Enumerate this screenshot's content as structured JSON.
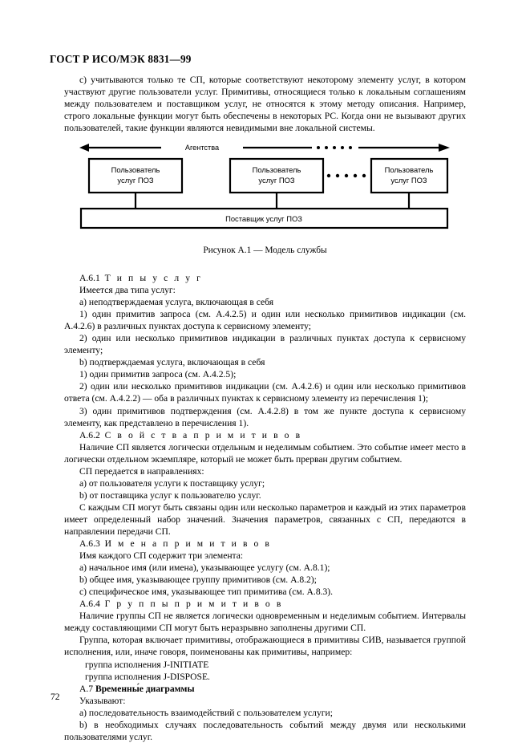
{
  "document": {
    "running_header": "ГОСТ Р ИСО/МЭК 8831—99",
    "page_number": "72"
  },
  "body": {
    "intro_paragraph": "с) учитываются только те СП, которые соответствуют некоторому элементу услуг, в котором участвуют другие пользователи услуг. Примитивы, относящиеся только к локальным соглашениям между пользователем и поставщиком услуг, не относятся к этому методу описания. Например, строго локальные функции могут быть обеспечены в некоторых РС. Когда они не вызывают других пользователей, такие функции являются невидимыми вне локальной системы.",
    "section_a61_heading_number": "А.6.1",
    "section_a61_heading_text": "Т и п ы     у с л у г",
    "a61_lead": "Имеется два типа услуг:",
    "a61_item_a": "а) неподтверждаемая услуга, включающая в себя",
    "a61_item_a_1": "1) один примитив запроса (см. А.4.2.5) и один или несколько примитивов индикации (см. А.4.2.6) в различных пунктах доступа к сервисному элементу;",
    "a61_item_a_2": "2) один или несколько примитивов индикации в различных пунктах доступа к сервисному элементу;",
    "a61_item_b": "b) подтверждаемая услуга, включающая в себя",
    "a61_item_b_1": "1) один примитив запроса (см. А.4.2.5);",
    "a61_item_b_2": "2) один или несколько примитивов индикации (см. А.4.2.6) и один или несколько примитивов ответа (см. А.4.2.2) — оба в различных пунктах к сервисному элементу из перечисления 1);",
    "a61_item_b_3": "3) один примитивов подтверждения (см. А.4.2.8) в том же пункте доступа к сервисному элементу, как представлено в перечисления 1).",
    "section_a62_heading_number": "А.6.2",
    "section_a62_heading_text": "С в о й с т в а   п р и м и т и в о в",
    "a62_p1": "Наличие СП является логически отдельным и неделимым событием. Это событие имеет место в логически отдельном экземпляре, который не может быть прерван другим событием.",
    "a62_p2": "СП передается в направлениях:",
    "a62_item_a": "а) от пользователя услуги к поставщику услуг;",
    "a62_item_b": "b) от поставщика услуг к пользователю услуг.",
    "a62_p3": "С каждым СП могут быть связаны один или несколько параметров и каждый из этих параметров имеет определенный набор значений. Значения параметров, связанных с СП, передаются в направлении передачи СП.",
    "section_a63_heading_number": "А.6.3",
    "section_a63_heading_text": "И м е н а   п р и м и т и в о в",
    "a63_lead": "Имя каждого СП содержит три элемента:",
    "a63_item_a": "а) начальное имя (или имена), указывающее услугу (см. А.8.1);",
    "a63_item_b": "b) общее имя, указывающее группу примитивов (см. А.8.2);",
    "a63_item_c": "с) специфическое имя, указывающее тип примитива (см. А.8.3).",
    "section_a64_heading_number": "А.6.4",
    "section_a64_heading_text": "Г р у п п ы   п р и м и т и в о в",
    "a64_p1": "Наличие группы СП не является логически одновременным и неделимым событием. Интервалы между составляющими СП могут быть неразрывно заполнены другими СП.",
    "a64_p2": "Группа, которая включает примитивы, отображающиеся в примитивы СИВ, называется группой исполнения, или, иначе говоря, поименованы как примитивы, например:",
    "a64_group_1": "группа исполнения J-INITIATE",
    "a64_group_2": "группа исполнения J-DISPOSE.",
    "section_a7_heading_number": "А.7",
    "section_a7_heading_text": "Временны́е диаграммы",
    "a7_lead": "Указывают:",
    "a7_item_a": "а) последовательность взаимодействий с пользователем услуги;",
    "a7_item_b": "b) в необходимых случаях последовательность событий между двумя или несколькими пользователями услуг."
  },
  "figure": {
    "caption": "Рисунок А.1 — Модель службы",
    "agency_label": "Агентства",
    "user_box_line1": "Пользователь",
    "user_box_line2": "услуг ПОЗ",
    "provider_bar_label": "Поставщик услуг ПОЗ",
    "ellipsis_dots": "• • • • •"
  }
}
